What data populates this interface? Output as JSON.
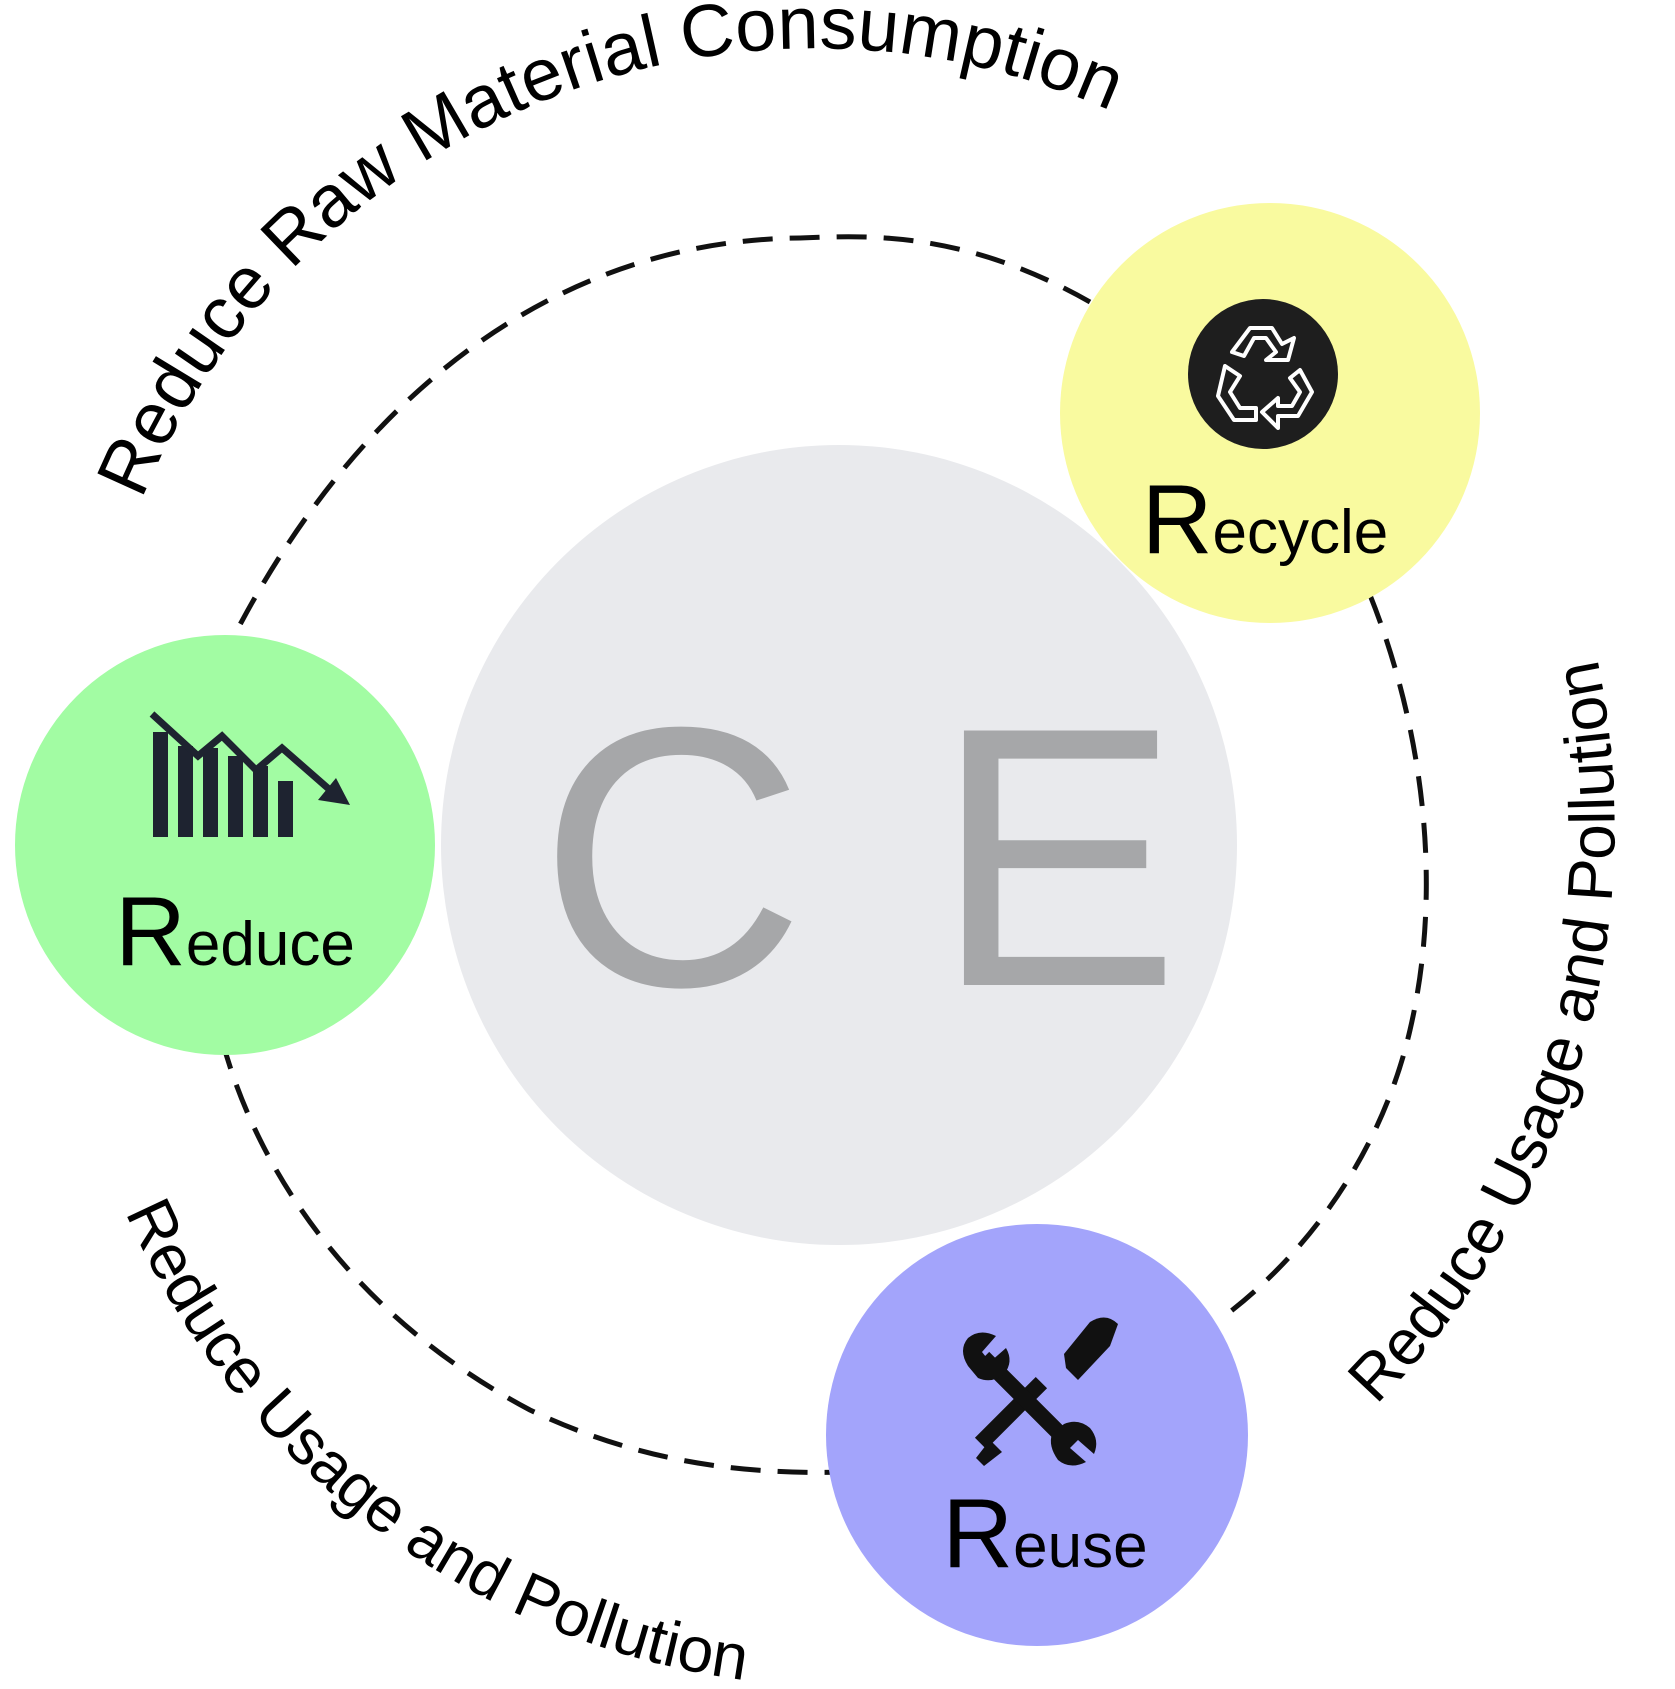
{
  "center": {
    "letters": [
      "C",
      "E"
    ],
    "text_color": "#a6a7a9",
    "circle_color": "#e9eaed"
  },
  "nodes": {
    "recycle": {
      "initial": "R",
      "rest": "ecycle",
      "color": "#f9fa9f",
      "icon": "recycle-icon"
    },
    "reduce": {
      "initial": "R",
      "rest": "educe",
      "color": "#a2fca3",
      "icon": "declining-chart-icon"
    },
    "reuse": {
      "initial": "R",
      "rest": "euse",
      "color": "#a3a4fb",
      "icon": "wrench-screwdriver-icon"
    }
  },
  "arc_labels": {
    "top": "Reduce Raw Material Consumption",
    "right": "Reduce Usage and Pollution",
    "bottom_left": "Reduce Usage and Pollution"
  },
  "ring": {
    "style": "dashed",
    "color": "#111111"
  }
}
